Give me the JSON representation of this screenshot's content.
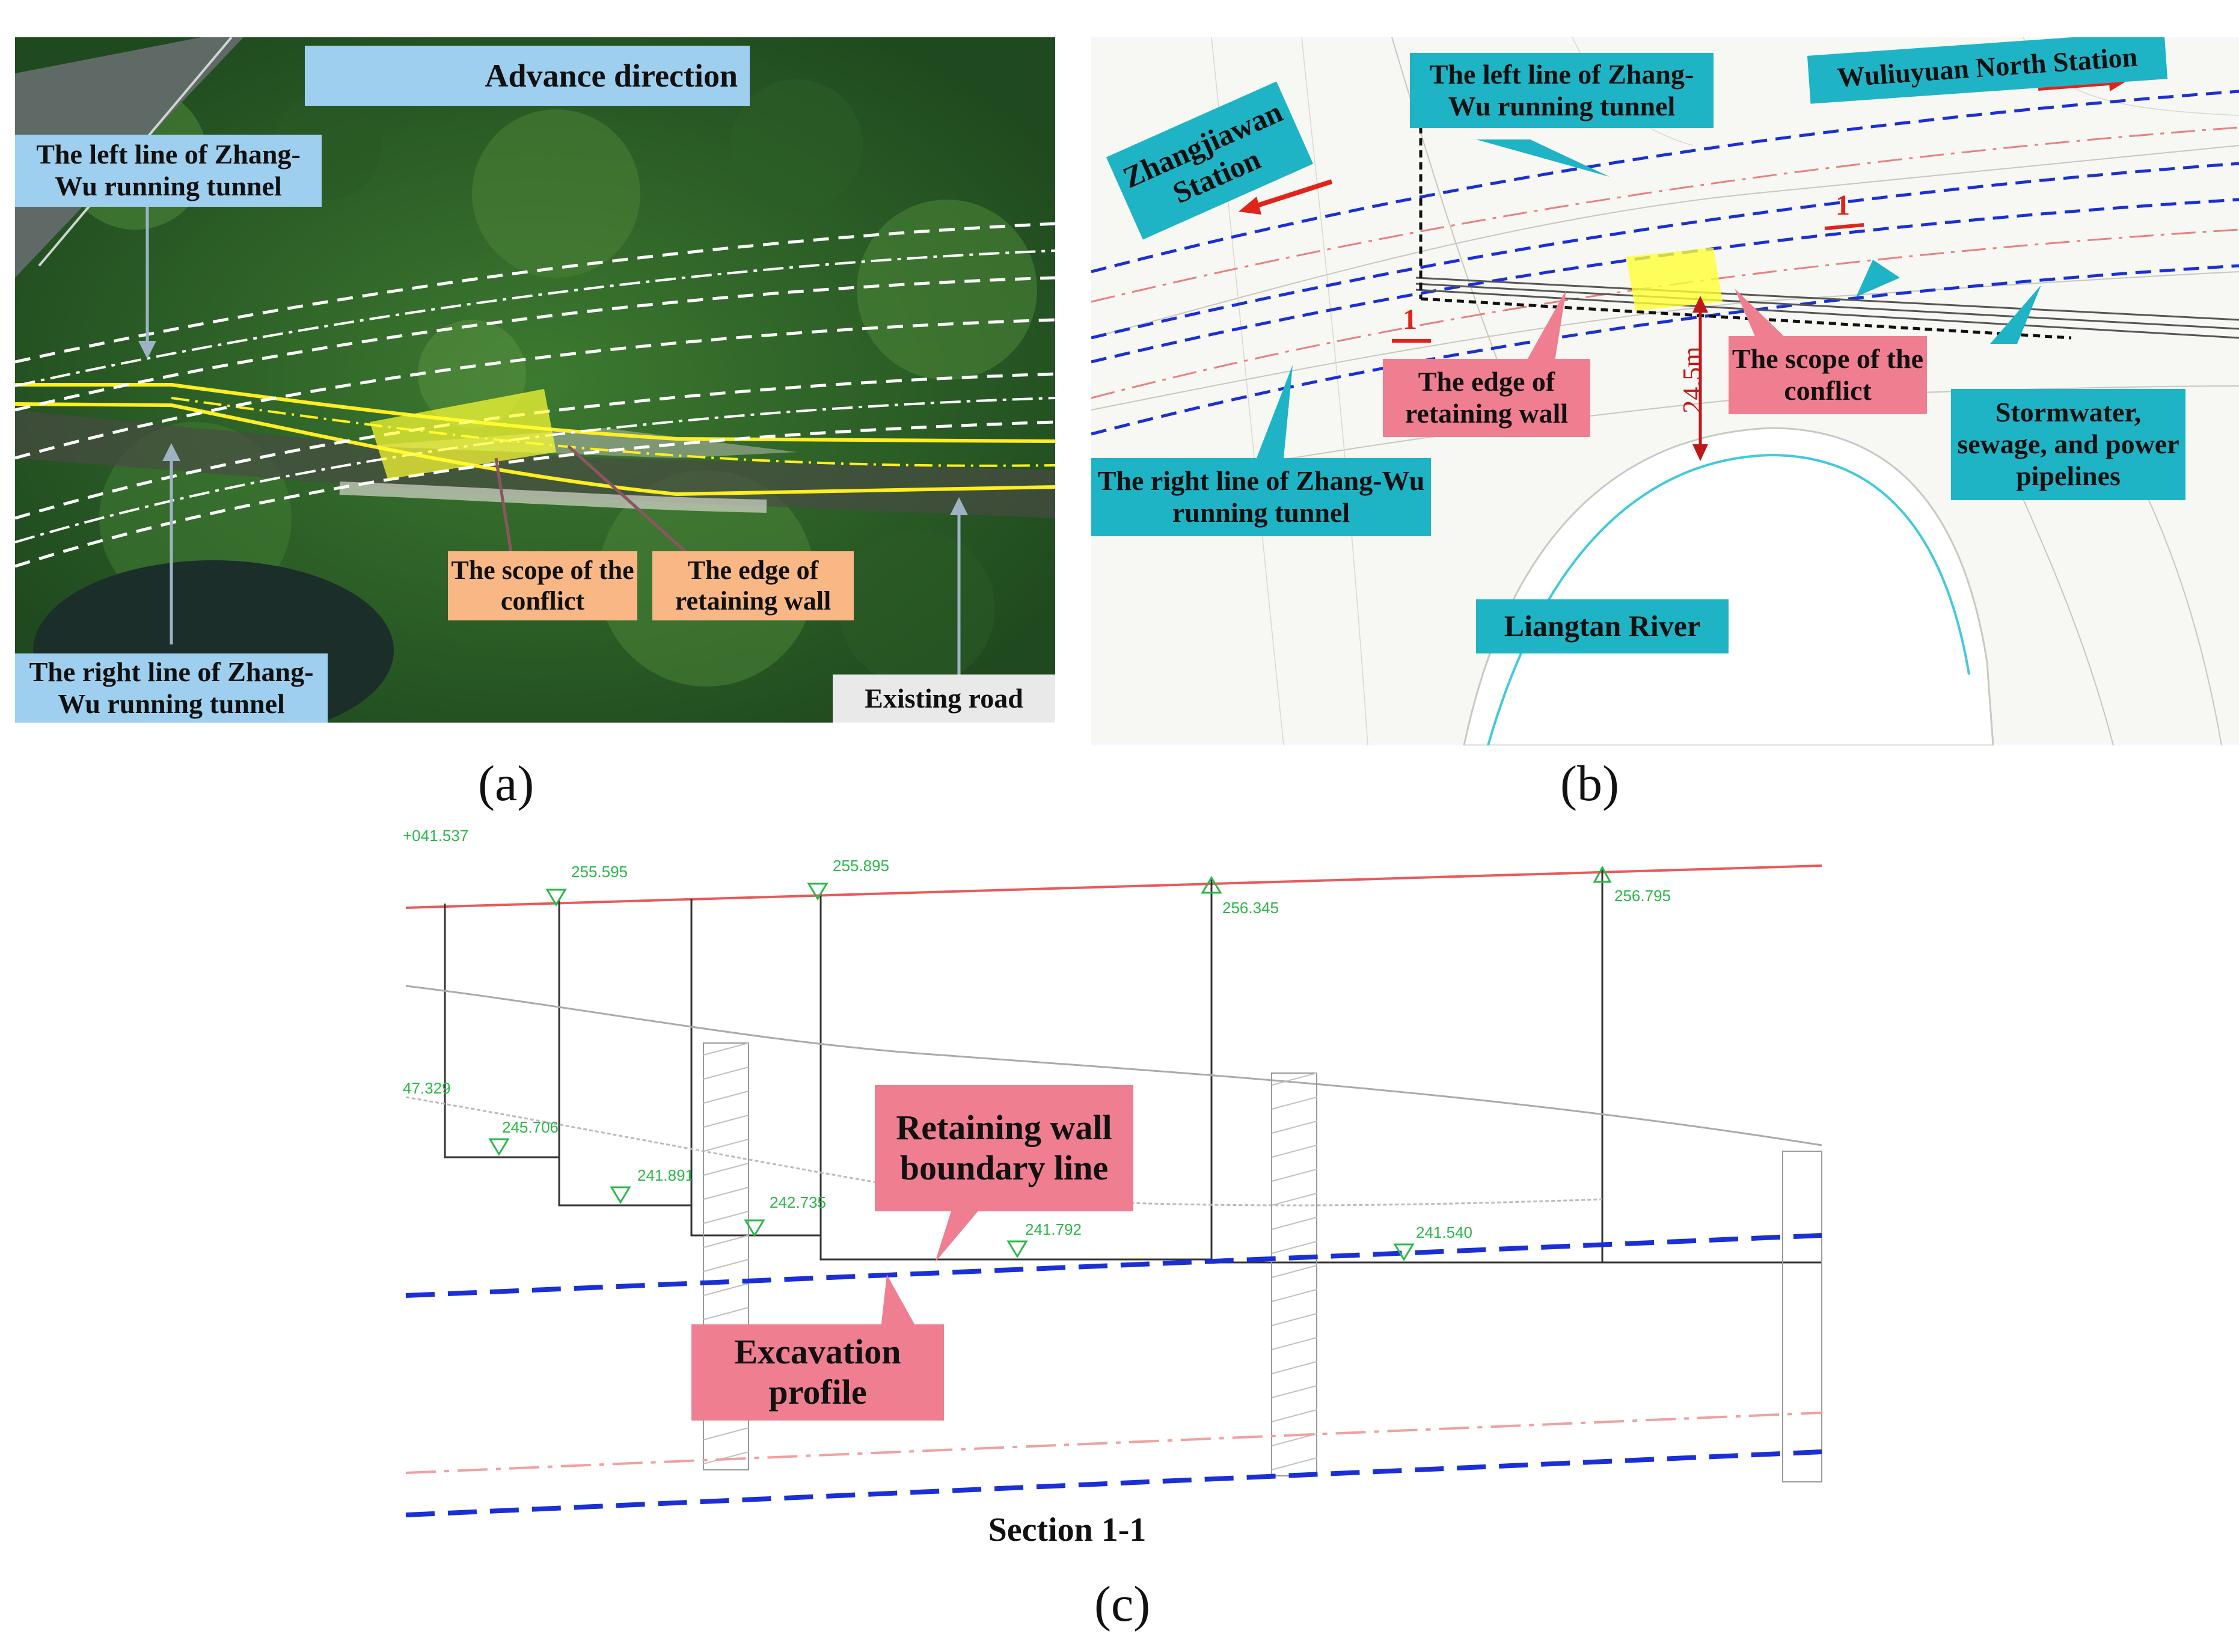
{
  "panel_a": {
    "caption": "(a)",
    "advance_direction": "Advance direction",
    "left_line": "The left line of Zhang-Wu running tunnel",
    "right_line": "The right line of Zhang-Wu running tunnel",
    "scope_of_conflict": "The scope of the conflict",
    "edge_of_wall": "The edge of retaining wall",
    "existing_road": "Existing road"
  },
  "panel_b": {
    "caption": "(b)",
    "zhangjiawan": "Zhangjiawan Station",
    "left_line": "The left line of Zhang-Wu running tunnel",
    "wuliuyuan": "Wuliuyuan North Station",
    "edge_of_wall": "The edge of retaining wall",
    "scope_of_conflict": "The scope of the conflict",
    "pipelines": "Stormwater, sewage, and power pipelines",
    "right_line": "The right line of Zhang-Wu running tunnel",
    "river": "Liangtan River",
    "distance": "24.5m",
    "section_mark": "1"
  },
  "panel_c": {
    "caption": "(c)",
    "section_title": "Section 1-1",
    "retaining_boundary": "Retaining wall boundary line",
    "excavation_profile": "Excavation profile",
    "elevations_top": [
      "255.595",
      "255.895",
      "256.345",
      "256.795"
    ],
    "elevations_bottom": [
      "245.706",
      "241.891",
      "242.735",
      "241.792",
      "241.540"
    ],
    "elev_left": "47.329",
    "station_text": "+041.537"
  },
  "colors": {
    "tunnel_blue": "#1a2fd6",
    "label_teal": "#1fb3c6",
    "label_pink": "#ef7f90",
    "label_blue": "#9fcfee",
    "label_orange": "#f8b784",
    "arrow_red": "#e0241b",
    "conflict_yellow": "#ffff33"
  }
}
